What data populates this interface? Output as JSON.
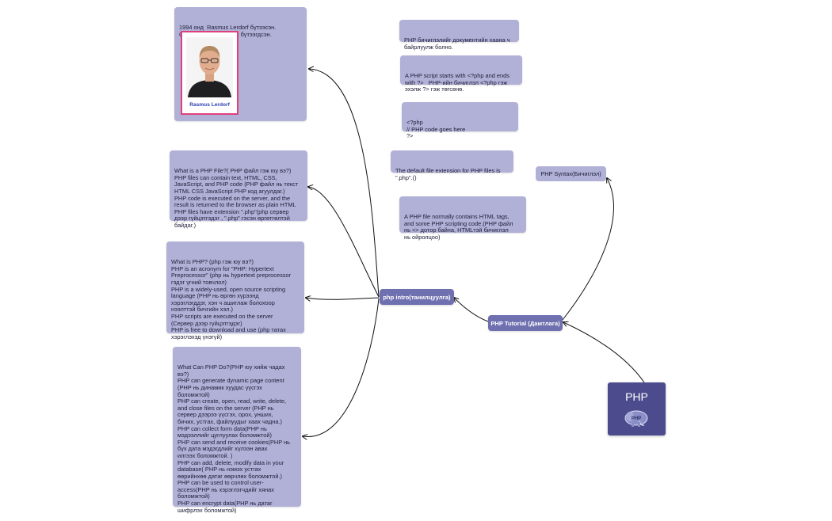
{
  "root": {
    "title": "PHP",
    "logo_icon": "php-elephant-logo-icon"
  },
  "nodes": {
    "tutorial": "PHP Tutorial (Дамтлага)",
    "intro": "php intro(танилцуулга)",
    "syntax": "PHP Syntax(Бичиглэл)"
  },
  "history": {
    "text": "1994 онд  Rasmus Lerdorf бүтээсэн.\nС хэлэн дээр суурилж бүтээгдсэн.",
    "photo_caption": "Rasmus Lerdorf"
  },
  "intro_cards": {
    "php_file": "What is a PHP File?( PHP файл гэж юу вэ?)\nPHP files can contain text, HTML, CSS,\nJavaScript, and PHP code (PHP файл нь текст\nHTML CSS JavaScript PHP код агуулдаг.)\nPHP code is executed on the server, and the\nresult is returned to the browser as plain HTML\nPHP files have extension \".php\"(php сервер\nдээр гүйцэтгэдэг , \".php\" гэсэн өргөтгөлтэй\nбайдаг.)",
    "what_is_php": "What is PHP? (php гэж юу вэ?)\nPHP is an acronym for \"PHP: Hypertext\nPreprocessor\" (php нь hypertext preprocessor\nгэдэг үгний товчлол)\nPHP is a widely-used, open source scripting\nlanguage (PHP нь өргөн хүрээнд\nхэрэглэгддэг, хэн ч ашиглаж болохоор\nнээлттэй бичгийн хэл.)\nPHP scripts are executed on the server\n(Сервер дээр гүйцэтгэдэг)\nPHP is free to download and use (php татах\nхэрэглэхэд үнэгүй)",
    "what_can_php_do": "What Can PHP Do?(PHP юу хийж чадах\nвэ?)\nPHP can generate dynamic page content\n(PHP нь динамик хуудас үүсгэх\nболомжтой)\nPHP can create, open, read, write, delete,\nand close files on the server (PHP нь\nсервер дээрээ үүсгэх, орох, унших,\nбичих, устгах, файлуудыг хаах чадна.)\nPHP can collect form data(PHP нь\nмэдээллийг цуглуулах боломжтой)\nPHP can send and receive cookies(PHP нь\nбүх дата мэдэгдлийг хүлээн авах\nилгээх боломжтой. )\nPHP can add, delete, modify data in your\ndatabase( PHP нь нэмэх устгах\nөөрийнхөө датаг өөрчлөх боломжтой.)\nPHP can be used to control user-\naccess(PHP нь хэрэглэгчдийг хянах\nболомжтой)\nPHP can encrypt data(PHP нь датаг\nшифрлэх боломжтой)"
  },
  "syntax_cards": {
    "doc_anywhere": "PHP бичиглэлийг документийн хаана ч\nбайрлуулж болно.",
    "script_tags": "A PHP script starts with <?php and ends\nwith ?>   PHP-ийн бичиглэл <?php гэж\nэхэлж ?> гэж төгсөнө.",
    "code_sample": "<?php\n// PHP code goes here\n?>",
    "extension": "The default file extension for PHP files is\n\".php\".()",
    "contains_html": "A PHP file normally contains HTML tags,\nand some PHP scripting code.(PHP файл\nнь <> дотор байна, HTMLтэй бичиглэл\nнь ойролцоо)"
  },
  "colors": {
    "card": "#b1b1d8",
    "node": "#6f70b0",
    "root": "#4b4b8d",
    "line": "#111111",
    "photo_border": "#e0407a",
    "caption": "#2a3fb0"
  }
}
